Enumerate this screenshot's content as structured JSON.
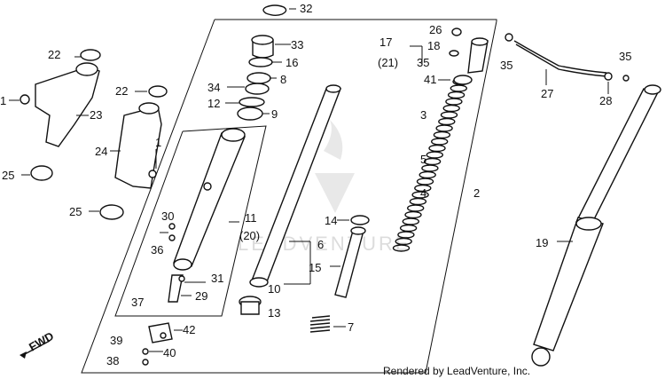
{
  "diagram": {
    "callouts": [
      {
        "id": "c1",
        "text": "1"
      },
      {
        "id": "c1b",
        "text": "1"
      },
      {
        "id": "c2",
        "text": "2"
      },
      {
        "id": "c3",
        "text": "3"
      },
      {
        "id": "c4",
        "text": "4"
      },
      {
        "id": "c5",
        "text": "5"
      },
      {
        "id": "c6",
        "text": "6"
      },
      {
        "id": "c7",
        "text": "7"
      },
      {
        "id": "c8",
        "text": "8"
      },
      {
        "id": "c9",
        "text": "9"
      },
      {
        "id": "c10",
        "text": "10"
      },
      {
        "id": "c11",
        "text": "11"
      },
      {
        "id": "c12",
        "text": "12"
      },
      {
        "id": "c13",
        "text": "13"
      },
      {
        "id": "c14",
        "text": "14"
      },
      {
        "id": "c15",
        "text": "15"
      },
      {
        "id": "c16",
        "text": "16"
      },
      {
        "id": "c17",
        "text": "17"
      },
      {
        "id": "c18",
        "text": "18"
      },
      {
        "id": "c19",
        "text": "19"
      },
      {
        "id": "c20",
        "text": "(20)"
      },
      {
        "id": "c21",
        "text": "(21)"
      },
      {
        "id": "c22a",
        "text": "22"
      },
      {
        "id": "c22b",
        "text": "22"
      },
      {
        "id": "c23",
        "text": "23"
      },
      {
        "id": "c24",
        "text": "24"
      },
      {
        "id": "c25a",
        "text": "25"
      },
      {
        "id": "c25b",
        "text": "25"
      },
      {
        "id": "c26",
        "text": "26"
      },
      {
        "id": "c27",
        "text": "27"
      },
      {
        "id": "c28",
        "text": "28"
      },
      {
        "id": "c29",
        "text": "29"
      },
      {
        "id": "c30",
        "text": "30"
      },
      {
        "id": "c31",
        "text": "31"
      },
      {
        "id": "c32",
        "text": "32"
      },
      {
        "id": "c33",
        "text": "33"
      },
      {
        "id": "c34",
        "text": "34"
      },
      {
        "id": "c35a",
        "text": "35"
      },
      {
        "id": "c35b",
        "text": "35"
      },
      {
        "id": "c35c",
        "text": "35"
      },
      {
        "id": "c36",
        "text": "36"
      },
      {
        "id": "c37",
        "text": "37"
      },
      {
        "id": "c38",
        "text": "38"
      },
      {
        "id": "c39",
        "text": "39"
      },
      {
        "id": "c40",
        "text": "40"
      },
      {
        "id": "c41",
        "text": "41"
      },
      {
        "id": "c42",
        "text": "42"
      }
    ],
    "fwd_label": "FWD",
    "watermark_text": "LEADVENTURE",
    "credit": "Rendered by LeadVenture, Inc."
  }
}
